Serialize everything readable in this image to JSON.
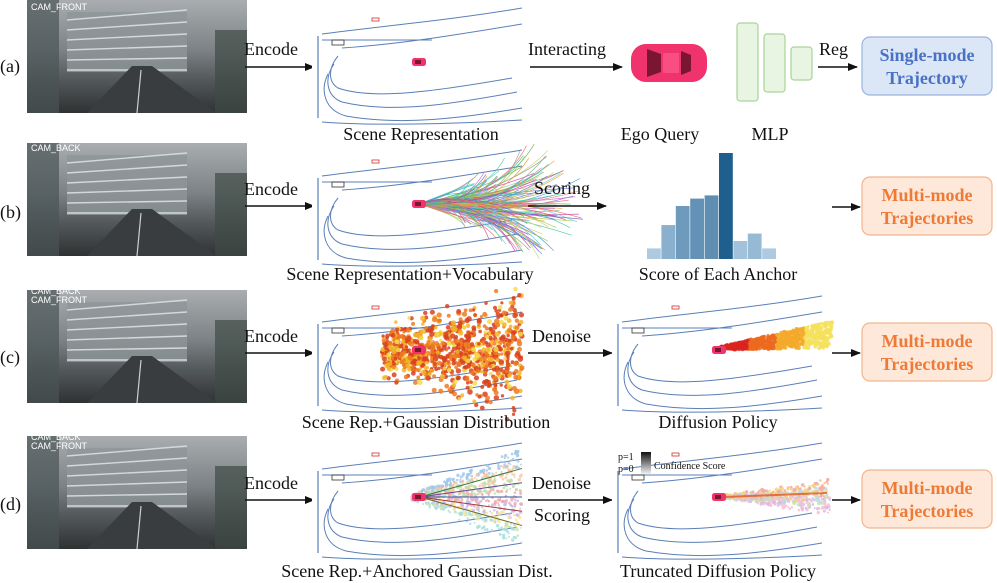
{
  "rows": [
    {
      "label": "(a)",
      "camera_labels": [
        "CAM_FRONT"
      ],
      "encode": "Encode",
      "scene_caption": "Scene Representation",
      "action": "Interacting",
      "ego_caption": "Ego Query",
      "mlp_caption": "MLP",
      "reg": "Reg",
      "output_lines": [
        "Single-mode",
        "Trajectory"
      ]
    },
    {
      "label": "(b)",
      "camera_labels": [
        "CAM_BACK"
      ],
      "encode": "Encode",
      "scene_caption": "Scene Representation+Vocabulary",
      "action": "Scoring",
      "score_caption": "Score of Each Anchor",
      "score_bars": [
        0.1,
        0.32,
        0.5,
        0.57,
        0.6,
        1.0,
        0.17,
        0.24,
        0.1
      ],
      "output_lines": [
        "Multi-mode",
        "Trajectories"
      ]
    },
    {
      "label": "(c)",
      "camera_labels": [
        "CAM_BACK",
        "CAM_FRONT"
      ],
      "encode": "Encode",
      "scene_caption": "Scene Rep.+Gaussian Distribution",
      "action": "Denoise",
      "policy_caption": "Diffusion Policy",
      "output_lines": [
        "Multi-mode",
        "Trajectories"
      ]
    },
    {
      "label": "(d)",
      "camera_labels": [
        "CAM_BACK",
        "CAM_FRONT"
      ],
      "encode": "Encode",
      "scene_caption": "Scene Rep.+Anchored Gaussian Dist.",
      "action": "Denoise",
      "action2": "Scoring",
      "policy_caption": "Truncated Diffusion Policy",
      "legend_high": "p=1",
      "legend_low": "p=0",
      "legend_title": "Confidence Score",
      "output_lines": [
        "Multi-mode",
        "Trajectories"
      ]
    }
  ],
  "colors": {
    "single_box_fill": "#dbe6f7",
    "single_box_stroke": "#9bb3dd",
    "single_text": "#4a72c4",
    "multi_box_fill": "#fde8d9",
    "multi_box_stroke": "#f2b58d",
    "multi_text": "#ef7a36",
    "mlp_fill": "#e8f5e2",
    "mlp_stroke": "#a8d39a",
    "ego_car": "#f0336d",
    "bar_dark": "#1f5f8e",
    "bar_light": "#bcd6ea",
    "map_line": "#5a7fb8"
  }
}
